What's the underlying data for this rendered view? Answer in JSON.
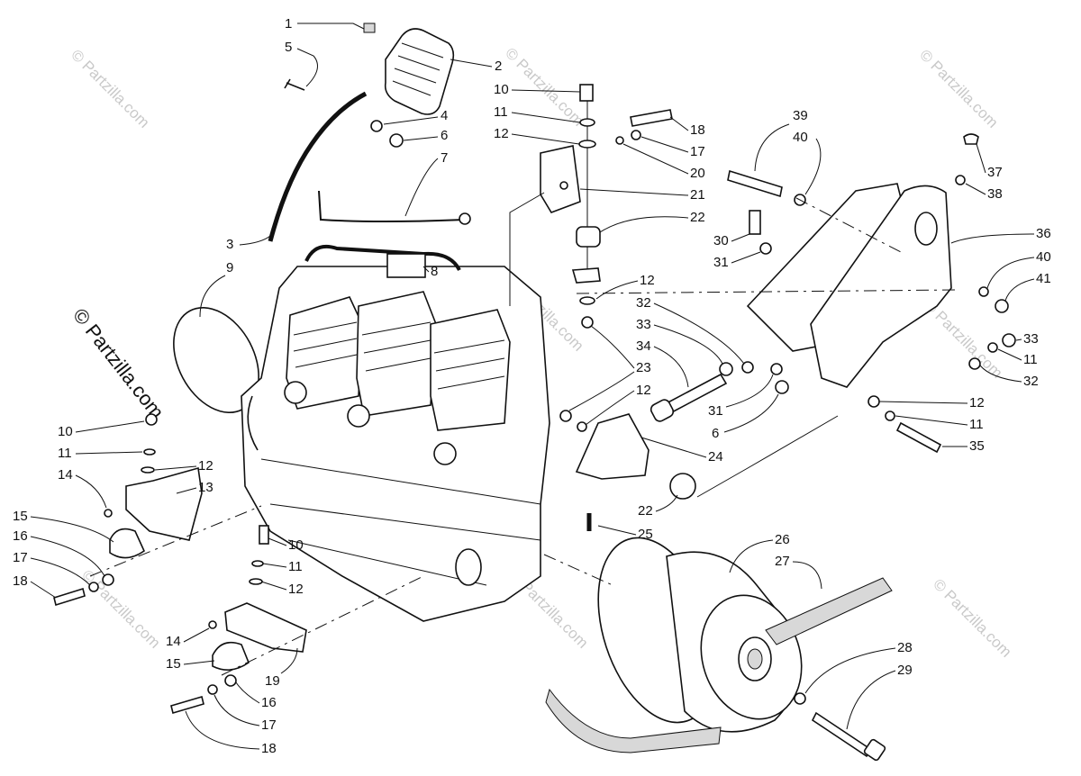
{
  "watermark": {
    "main": "© Partzilla.com",
    "repeat": "© Partzilla.com"
  },
  "callouts": [
    {
      "id": "c1",
      "label": "1"
    },
    {
      "id": "c2",
      "label": "2"
    },
    {
      "id": "c3",
      "label": "3"
    },
    {
      "id": "c4",
      "label": "4"
    },
    {
      "id": "c5",
      "label": "5"
    },
    {
      "id": "c6a",
      "label": "6"
    },
    {
      "id": "c7",
      "label": "7"
    },
    {
      "id": "c8",
      "label": "8"
    },
    {
      "id": "c9",
      "label": "9"
    },
    {
      "id": "c10a",
      "label": "10"
    },
    {
      "id": "c11a",
      "label": "11"
    },
    {
      "id": "c12a",
      "label": "12"
    },
    {
      "id": "c18a",
      "label": "18"
    },
    {
      "id": "c17a",
      "label": "17"
    },
    {
      "id": "c20",
      "label": "20"
    },
    {
      "id": "c21",
      "label": "21"
    },
    {
      "id": "c22a",
      "label": "22"
    },
    {
      "id": "c12b",
      "label": "12"
    },
    {
      "id": "c32a",
      "label": "32"
    },
    {
      "id": "c33a",
      "label": "33"
    },
    {
      "id": "c34",
      "label": "34"
    },
    {
      "id": "c23",
      "label": "23"
    },
    {
      "id": "c12c",
      "label": "12"
    },
    {
      "id": "c24",
      "label": "24"
    },
    {
      "id": "c22b",
      "label": "22"
    },
    {
      "id": "c25",
      "label": "25"
    },
    {
      "id": "c31a",
      "label": "31"
    },
    {
      "id": "c6b",
      "label": "6"
    },
    {
      "id": "c39",
      "label": "39"
    },
    {
      "id": "c40a",
      "label": "40"
    },
    {
      "id": "c30",
      "label": "30"
    },
    {
      "id": "c31b",
      "label": "31"
    },
    {
      "id": "c37",
      "label": "37"
    },
    {
      "id": "c38",
      "label": "38"
    },
    {
      "id": "c36",
      "label": "36"
    },
    {
      "id": "c40b",
      "label": "40"
    },
    {
      "id": "c41",
      "label": "41"
    },
    {
      "id": "c33b",
      "label": "33"
    },
    {
      "id": "c11b",
      "label": "11"
    },
    {
      "id": "c32b",
      "label": "32"
    },
    {
      "id": "c12d",
      "label": "12"
    },
    {
      "id": "c11c",
      "label": "11"
    },
    {
      "id": "c35",
      "label": "35"
    },
    {
      "id": "c10b",
      "label": "10"
    },
    {
      "id": "c11d",
      "label": "11"
    },
    {
      "id": "c12e",
      "label": "12"
    },
    {
      "id": "c14a",
      "label": "14"
    },
    {
      "id": "c13",
      "label": "13"
    },
    {
      "id": "c15a",
      "label": "15"
    },
    {
      "id": "c16a",
      "label": "16"
    },
    {
      "id": "c17b",
      "label": "17"
    },
    {
      "id": "c18b",
      "label": "18"
    },
    {
      "id": "c10c",
      "label": "10"
    },
    {
      "id": "c11e",
      "label": "11"
    },
    {
      "id": "c12f",
      "label": "12"
    },
    {
      "id": "c14b",
      "label": "14"
    },
    {
      "id": "c15b",
      "label": "15"
    },
    {
      "id": "c19",
      "label": "19"
    },
    {
      "id": "c16b",
      "label": "16"
    },
    {
      "id": "c17c",
      "label": "17"
    },
    {
      "id": "c18c",
      "label": "18"
    },
    {
      "id": "c26",
      "label": "26"
    },
    {
      "id": "c27",
      "label": "27"
    },
    {
      "id": "c28",
      "label": "28"
    },
    {
      "id": "c29",
      "label": "29"
    }
  ]
}
